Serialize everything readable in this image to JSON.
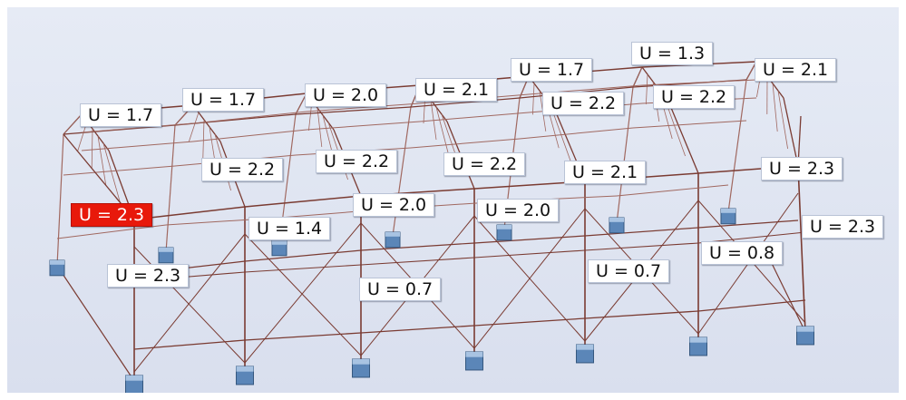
{
  "labels": [
    {
      "text": "U = 1.7",
      "highlight": false
    },
    {
      "text": "U = 1.7",
      "highlight": false
    },
    {
      "text": "U = 2.0",
      "highlight": false
    },
    {
      "text": "U = 2.1",
      "highlight": false
    },
    {
      "text": "U = 1.7",
      "highlight": false
    },
    {
      "text": "U = 1.3",
      "highlight": false
    },
    {
      "text": "U = 2.2",
      "highlight": false
    },
    {
      "text": "U = 2.2",
      "highlight": false
    },
    {
      "text": "U = 2.1",
      "highlight": false
    },
    {
      "text": "U = 2.2",
      "highlight": false
    },
    {
      "text": "U = 2.2",
      "highlight": false
    },
    {
      "text": "U = 2.2",
      "highlight": false
    },
    {
      "text": "U = 2.1",
      "highlight": false
    },
    {
      "text": "U = 2.3",
      "highlight": false
    },
    {
      "text": "U = 2.3",
      "highlight": true
    },
    {
      "text": "U = 2.0",
      "highlight": false
    },
    {
      "text": "U = 2.0",
      "highlight": false
    },
    {
      "text": "U = 1.4",
      "highlight": false
    },
    {
      "text": "U = 2.3",
      "highlight": false
    },
    {
      "text": "U = 0.8",
      "highlight": false
    },
    {
      "text": "U = 2.3",
      "highlight": false
    },
    {
      "text": "U = 0.7",
      "highlight": false
    },
    {
      "text": "U = 0.7",
      "highlight": false
    }
  ],
  "colors": {
    "member": "#7a3b32",
    "member_light": "#a06860",
    "footing": "#5b86b8",
    "footing_top": "#a8c3e2",
    "highlight": "#e8190b",
    "background": "#e2e7f2"
  }
}
